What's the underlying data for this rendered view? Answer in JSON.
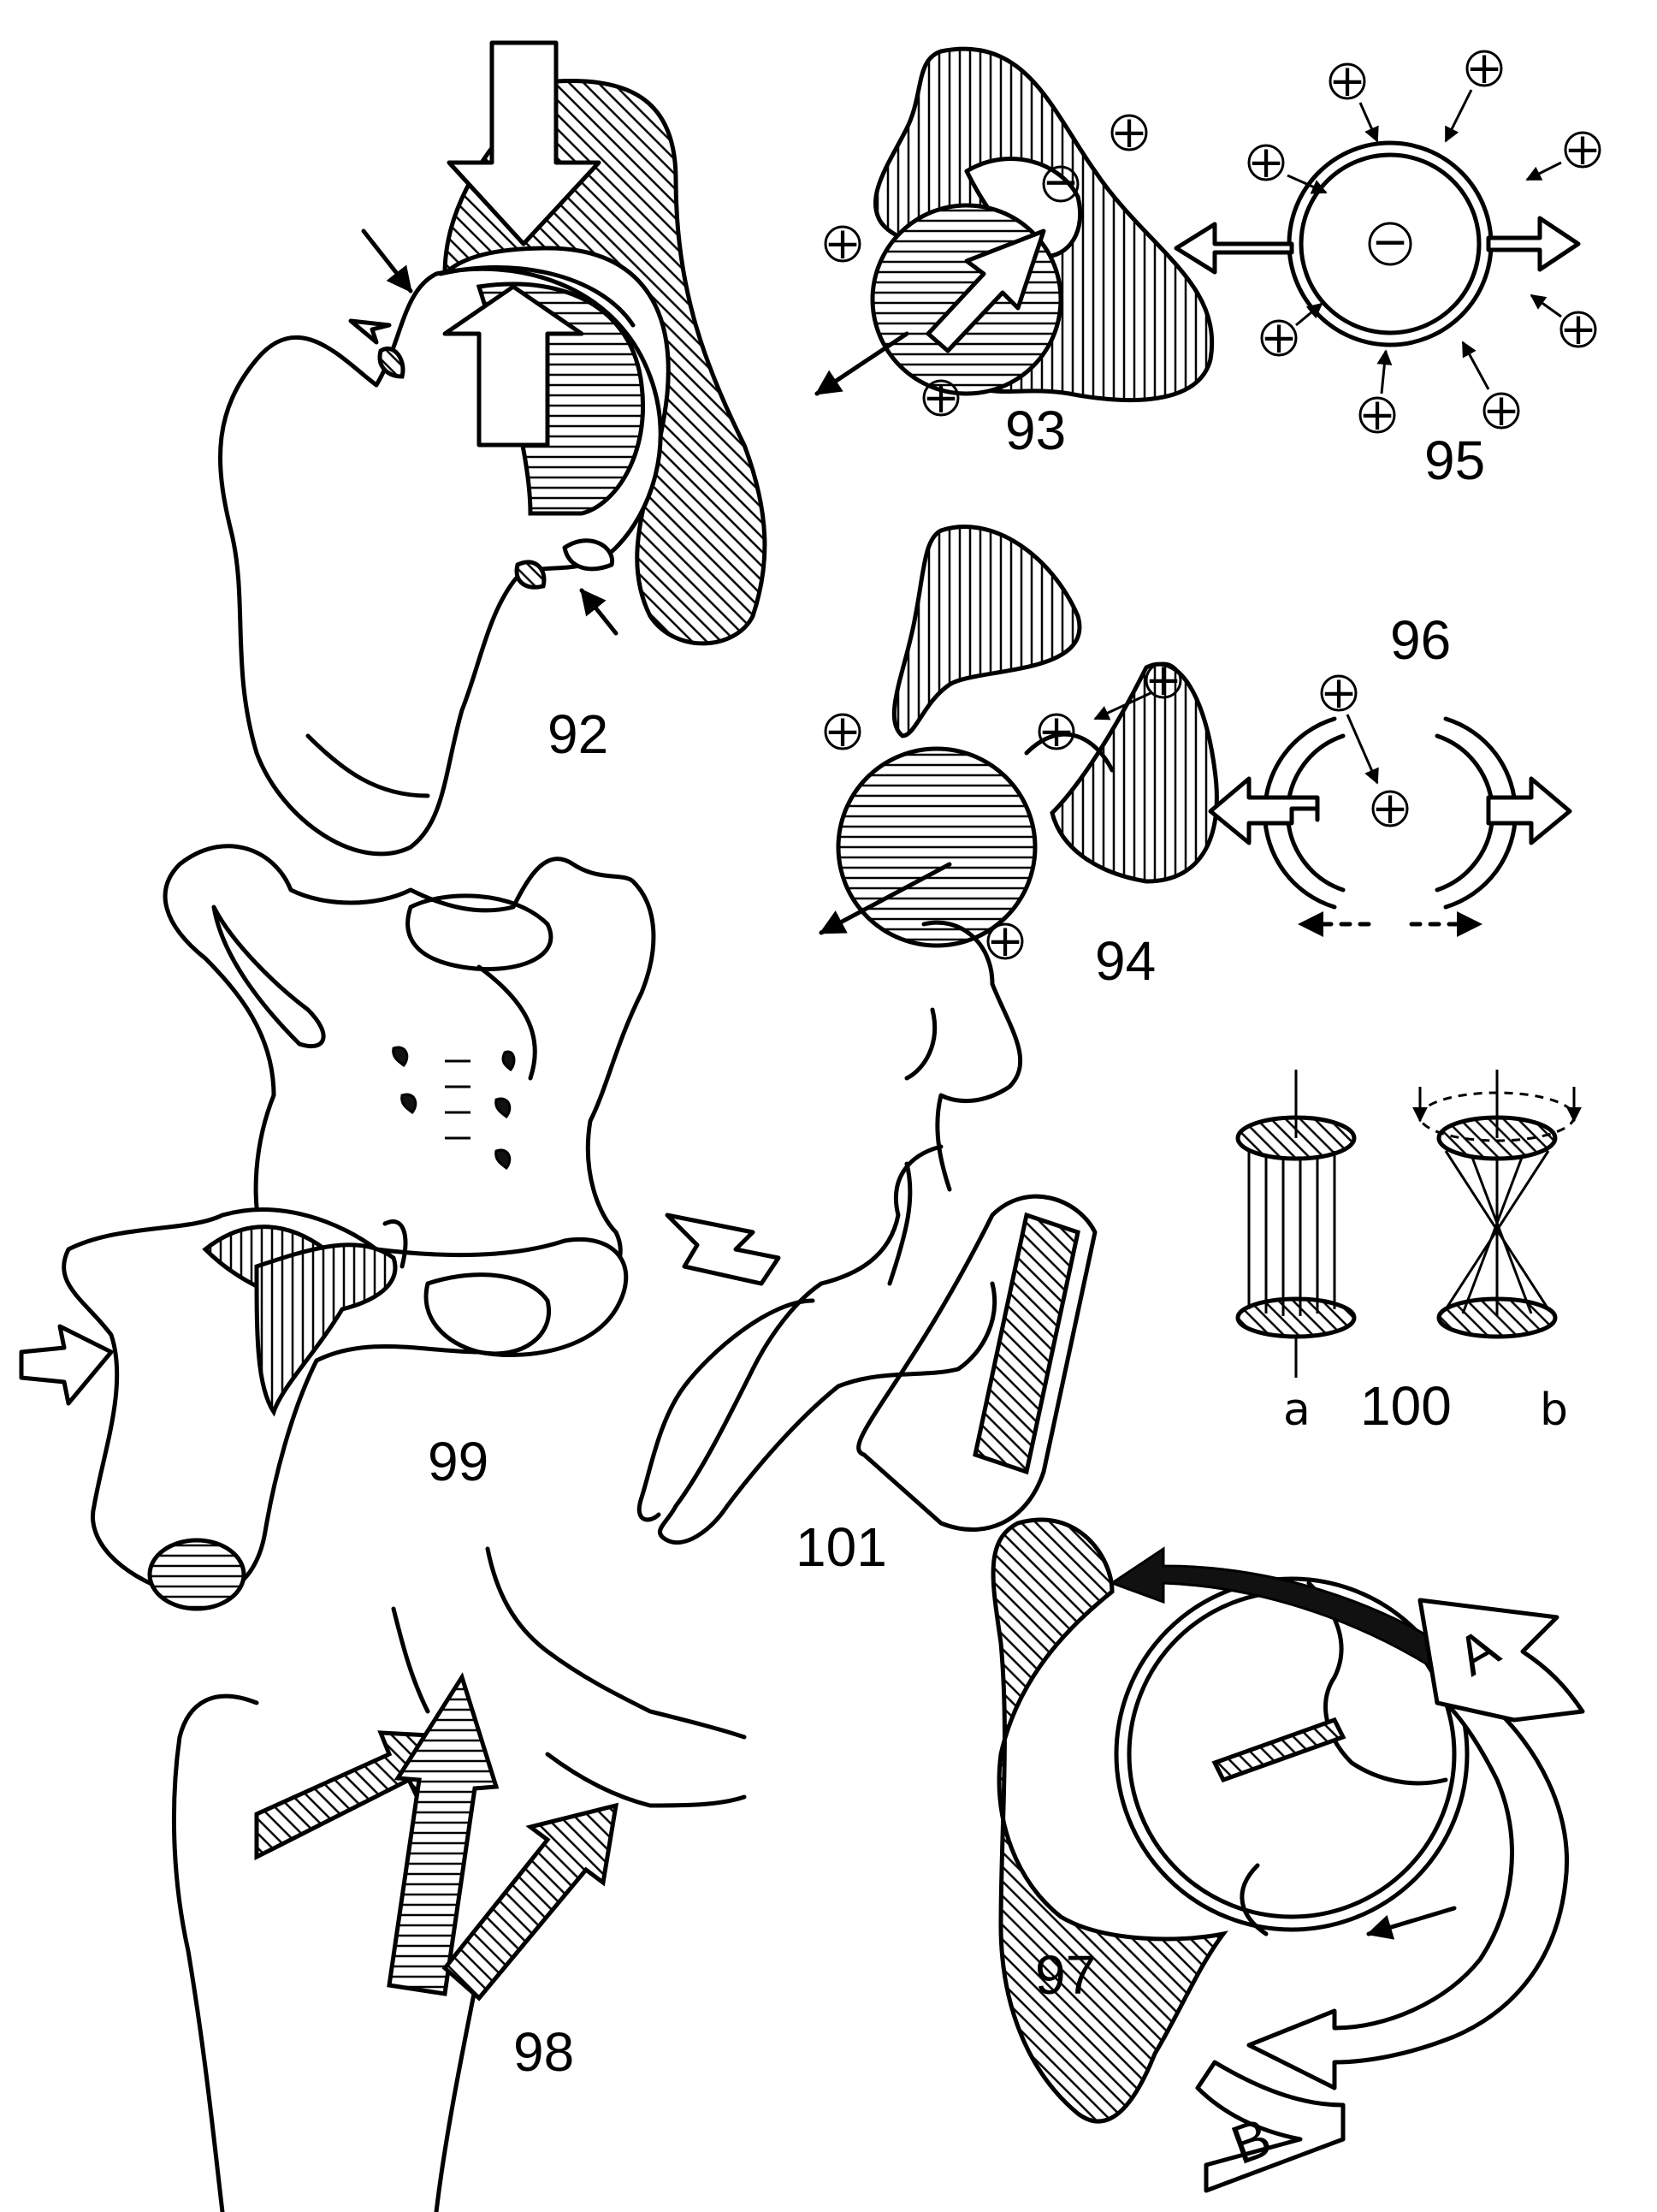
{
  "figures": {
    "f92": "92",
    "f93": "93",
    "f94": "94",
    "f95": "95",
    "f96": "96",
    "f97": "97",
    "f98": "98",
    "f99": "99",
    "f100": "100",
    "f101": "101"
  },
  "fig100_parts": {
    "a": "a",
    "b": "b"
  },
  "fig97_letters": {
    "A": "A",
    "B": "B"
  },
  "signs": {
    "plus": "+",
    "minus": "−"
  }
}
